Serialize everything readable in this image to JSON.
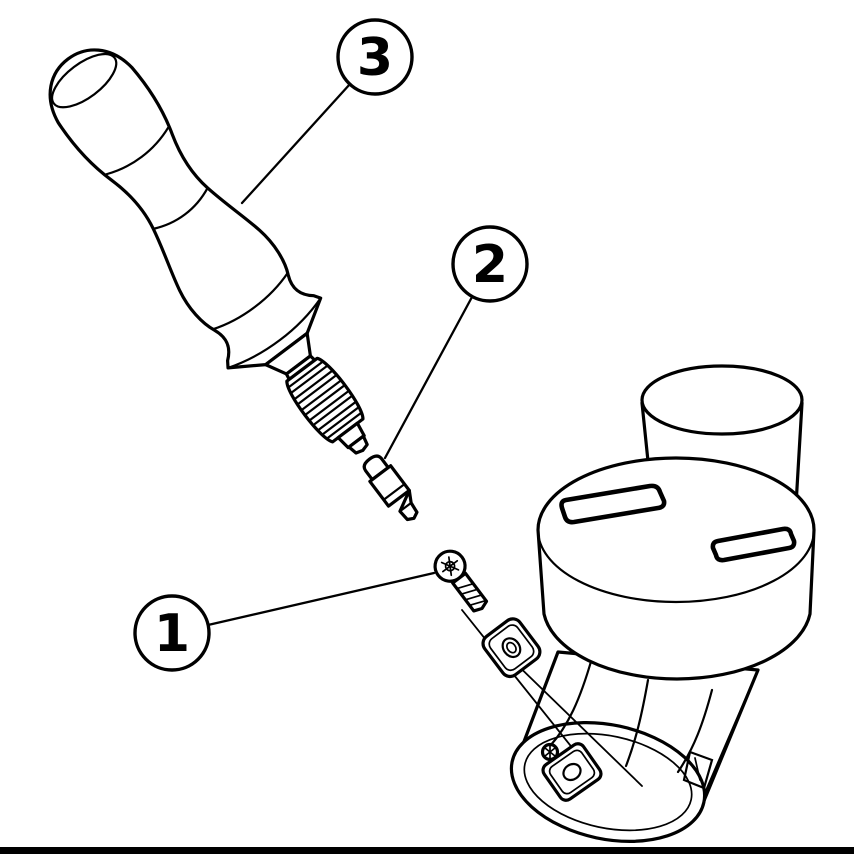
{
  "figure": {
    "kind": "exploded-assembly-diagram",
    "background_color": "#ffffff",
    "line_color": "#000000",
    "bottom_bar_color": "#000000"
  },
  "callouts": [
    {
      "label": "1"
    },
    {
      "label": "2"
    },
    {
      "label": "3"
    }
  ],
  "parts": [
    {
      "name": "insert-screw"
    },
    {
      "name": "driver-bit"
    },
    {
      "name": "torque-driver"
    },
    {
      "name": "cutting-insert"
    },
    {
      "name": "milling-cutter-body"
    }
  ]
}
